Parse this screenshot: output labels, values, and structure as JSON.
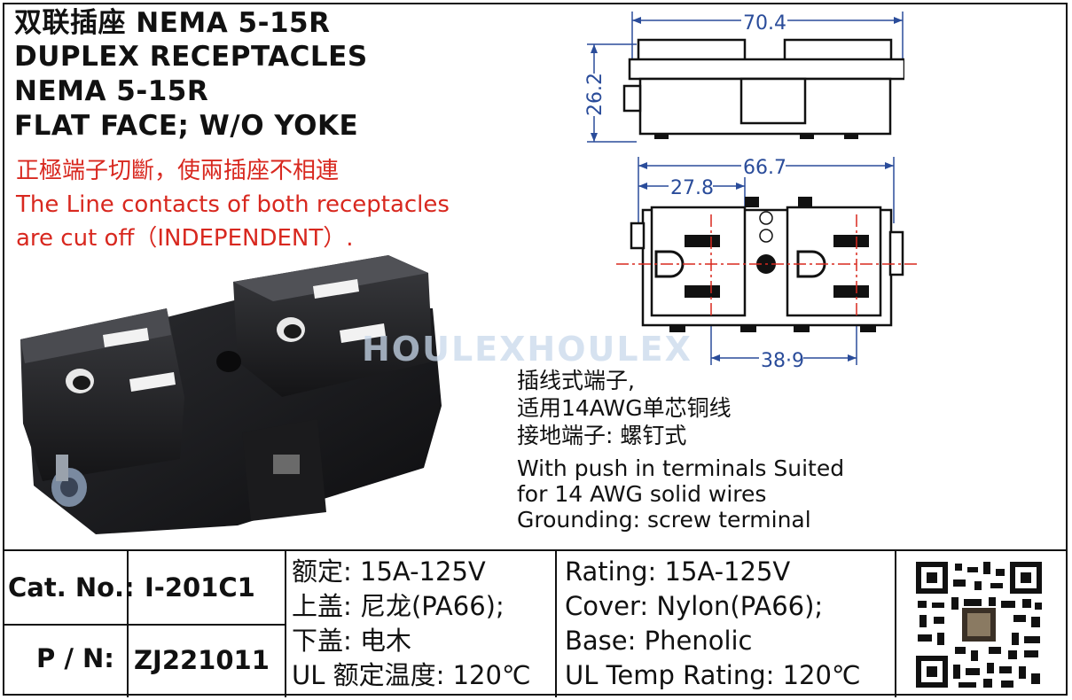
{
  "header": {
    "line1": "双联插座 NEMA 5-15R",
    "line2": "DUPLEX  RECEPTACLES",
    "line3": "NEMA  5-15R",
    "line4": "FLAT  FACE;    W/O  YOKE"
  },
  "note_red": {
    "cn": "正極端子切斷，使兩插座不相連",
    "en1": "The Line contacts of both receptacles",
    "en2": "are cut off（INDEPENDENT）."
  },
  "watermark": "HOULEXHOULEX",
  "dimensions": {
    "width_top": "70.4",
    "height_side": "26.2",
    "width_front": "66.7",
    "half_width": "27.8",
    "center_distance": "38·9"
  },
  "terminal_note_cn": [
    "插线式端子,",
    "适用14AWG单芯铜线",
    "接地端子: 螺钉式"
  ],
  "terminal_note_en": [
    "With push in terminals Suited",
    "for 14 AWG solid wires",
    "Grounding: screw terminal"
  ],
  "table": {
    "cat_label": "Cat. No.:",
    "cat_value": "I-201C1",
    "pn_label": "P / N:",
    "pn_value": "ZJ221011",
    "spec_cn": [
      "额定: 15A-125V",
      "上盖: 尼龙(PA66);",
      "下盖: 电木",
      "UL 额定温度: 120℃"
    ],
    "spec_en": [
      "Rating: 15A-125V",
      "Cover: Nylon(PA66);",
      "Base: Phenolic",
      "UL Temp Rating: 120℃"
    ]
  },
  "colors": {
    "dimension": "#2a4c9a",
    "note_red": "#d8281f",
    "centerline": "#d8281f"
  },
  "icons": {
    "qr": "qr-code-icon"
  }
}
